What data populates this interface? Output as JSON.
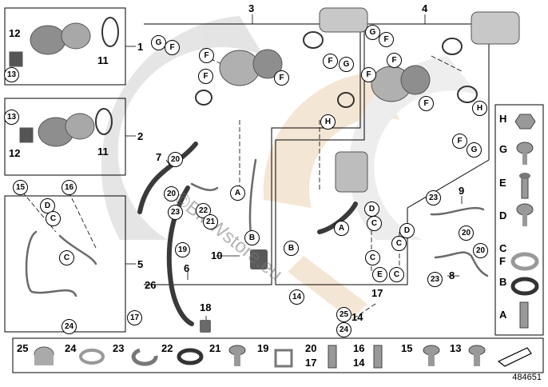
{
  "diagram": {
    "document_number": "484651",
    "watermark": "©BMWstore.eu",
    "callouts": {
      "n1": "1",
      "n2": "2",
      "n3": "3",
      "n4": "4",
      "n5": "5",
      "n6": "6",
      "n7": "7",
      "n8": "8",
      "n9": "9",
      "n10": "10",
      "n11a": "11",
      "n11b": "11",
      "n12a": "12",
      "n12b": "12",
      "n13a": "13",
      "n13b": "13",
      "n14a": "14",
      "n15": "15",
      "n16": "16",
      "n17a": "17",
      "n17b": "17",
      "n18": "18",
      "n26": "26"
    },
    "circled": {
      "c20a": "20",
      "c20b": "20",
      "c20c": "20",
      "c20d": "20",
      "c21a": "21",
      "c22": "22",
      "c23a": "23",
      "c23b": "23",
      "c23c": "23",
      "c19": "19",
      "c24a": "24",
      "c24b": "24",
      "c25": "25",
      "c17": "17",
      "c14": "14",
      "c13a": "13",
      "c13b": "13",
      "c15": "15",
      "c16": "16",
      "gA1": "A",
      "gA2": "A",
      "gB1": "B",
      "gB2": "B",
      "gC1": "C",
      "gC2": "C",
      "gC3": "C",
      "gC4": "C",
      "gC5": "C",
      "gC6": "C",
      "gD1": "D",
      "gD2": "D",
      "gD3": "D",
      "gE1": "E",
      "gF1": "F",
      "gF2": "F",
      "gF3": "F",
      "gF4": "F",
      "gF5": "F",
      "gF6": "F",
      "gF7": "F",
      "gF8": "F",
      "gF9": "F",
      "gF10": "F",
      "gG1": "G",
      "gG2": "G",
      "gG3": "G",
      "gG4": "G",
      "gH1": "H",
      "gH2": "H"
    },
    "legend_right": [
      "H",
      "G",
      "E",
      "D",
      "C",
      "F",
      "B",
      "A"
    ],
    "legend_bottom": [
      {
        "top": "25",
        "bottom": ""
      },
      {
        "top": "24",
        "bottom": ""
      },
      {
        "top": "23",
        "bottom": ""
      },
      {
        "top": "22",
        "bottom": ""
      },
      {
        "top": "21",
        "bottom": ""
      },
      {
        "top": "19",
        "bottom": ""
      },
      {
        "top": "20",
        "bottom": "17"
      },
      {
        "top": "16",
        "bottom": "14"
      },
      {
        "top": "15",
        "bottom": ""
      },
      {
        "top": "13",
        "bottom": ""
      }
    ]
  }
}
